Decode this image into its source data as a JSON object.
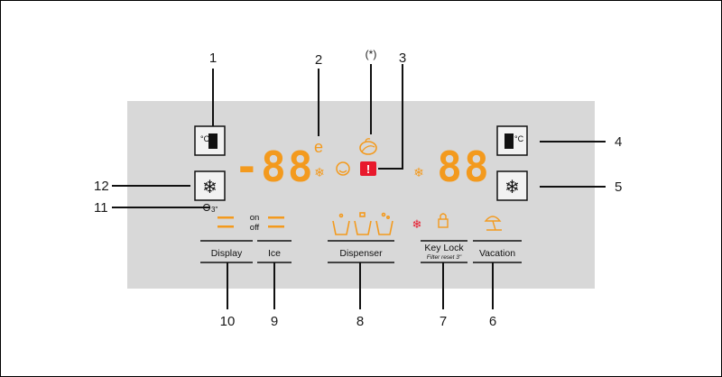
{
  "callouts": {
    "c1": "1",
    "c2": "2",
    "c3": "3",
    "c4": "4",
    "c5": "5",
    "c6": "6",
    "c7": "7",
    "c8": "8",
    "c9": "9",
    "c10": "10",
    "c11": "11",
    "c12": "12",
    "star": "(*)"
  },
  "displays": {
    "freezer_temp": "-88",
    "fridge_temp": "88"
  },
  "buttons": {
    "display": "Display",
    "ice": "Ice",
    "dispenser": "Dispenser",
    "key_lock": "Key Lock",
    "filter_reset": "Filter reset 3\"",
    "vacation": "Vacation"
  },
  "indicators": {
    "on": "on",
    "off": "off",
    "alarm": "!",
    "hold_3s": "3\""
  },
  "colors": {
    "panel": "#d8d8d8",
    "accent": "#f39a1e",
    "alarm": "#e8192c",
    "line": "#111111"
  },
  "icons": {
    "freezer_temp": "thermometer-icon",
    "fridge_temp": "thermometer-icon",
    "superfreeze": "snowflake-icon",
    "fast_freeze": "snowflake-icon",
    "eco": "eco-leaf-icon",
    "alarm": "alarm-icon",
    "lock": "lock-icon",
    "vacation": "beach-umbrella-icon",
    "dispenser": "dispenser-icon"
  }
}
